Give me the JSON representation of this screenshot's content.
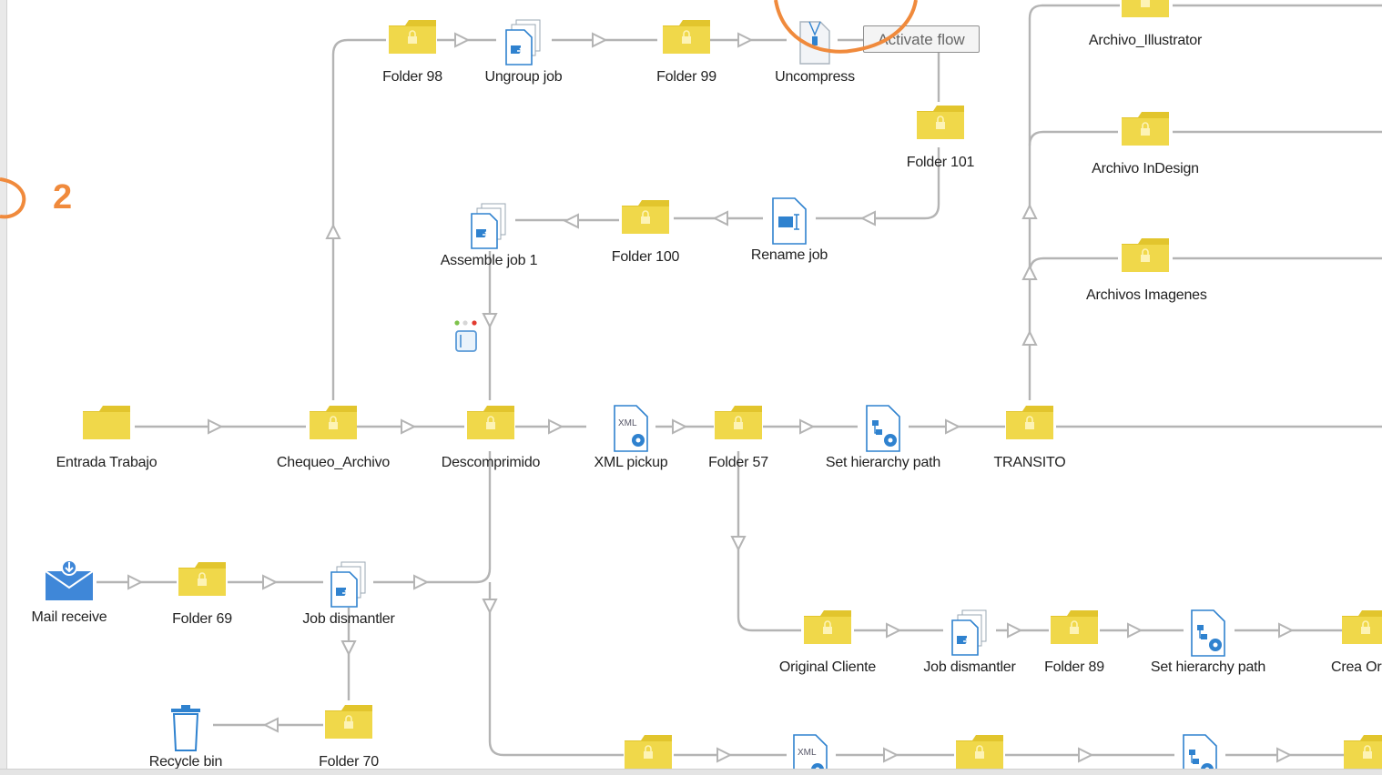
{
  "tooltip": {
    "text": "Activate flow"
  },
  "annotation": {
    "number": "2"
  },
  "colors": {
    "folder": "#f0d84a",
    "folder_dark": "#e2c52d",
    "document": "#3a8fd6",
    "line": "#b4b4b4",
    "annotation": "#f08a3c",
    "mail": "#3f87d8"
  },
  "nodes": [
    {
      "id": "folder-98",
      "label": "Folder 98",
      "icon": "folder-lock-icon"
    },
    {
      "id": "ungroup-job",
      "label": "Ungroup job",
      "icon": "stacked-docs-icon"
    },
    {
      "id": "folder-99",
      "label": "Folder 99",
      "icon": "folder-lock-icon"
    },
    {
      "id": "uncompress",
      "label": "Uncompress",
      "icon": "zip-doc-icon"
    },
    {
      "id": "folder-101",
      "label": "Folder 101",
      "icon": "folder-lock-icon"
    },
    {
      "id": "archivo-illustrator",
      "label": "Archivo_Illustrator",
      "icon": "folder-lock-icon"
    },
    {
      "id": "archivo-indesign",
      "label": "Archivo InDesign",
      "icon": "folder-lock-icon"
    },
    {
      "id": "archivos-imagenes",
      "label": "Archivos Imagenes",
      "icon": "folder-lock-icon"
    },
    {
      "id": "assemble-job-1",
      "label": "Assemble job 1",
      "icon": "stacked-docs-icon"
    },
    {
      "id": "folder-100",
      "label": "Folder 100",
      "icon": "folder-lock-icon"
    },
    {
      "id": "rename-job",
      "label": "Rename job",
      "icon": "rename-doc-icon"
    },
    {
      "id": "entrada-trabajo",
      "label": "Entrada Trabajo",
      "icon": "folder-icon"
    },
    {
      "id": "chequeo-archivo",
      "label": "Chequeo_Archivo",
      "icon": "folder-lock-icon"
    },
    {
      "id": "descomprimido",
      "label": "Descomprimido",
      "icon": "folder-lock-icon"
    },
    {
      "id": "xml-pickup",
      "label": "XML pickup",
      "icon": "xml-doc-icon"
    },
    {
      "id": "folder-57",
      "label": "Folder 57",
      "icon": "folder-lock-icon"
    },
    {
      "id": "set-hierarchy-path",
      "label": "Set hierarchy path",
      "icon": "hierarchy-doc-icon"
    },
    {
      "id": "transito",
      "label": "TRANSITO",
      "icon": "folder-lock-icon"
    },
    {
      "id": "mail-receive",
      "label": "Mail receive",
      "icon": "mail-icon"
    },
    {
      "id": "folder-69",
      "label": "Folder 69",
      "icon": "folder-lock-icon"
    },
    {
      "id": "job-dismantler",
      "label": "Job dismantler",
      "icon": "stacked-docs-icon"
    },
    {
      "id": "original-cliente",
      "label": "Original Cliente",
      "icon": "folder-lock-icon"
    },
    {
      "id": "job-dismantler-2",
      "label": "Job dismantler",
      "icon": "stacked-docs-icon"
    },
    {
      "id": "folder-89",
      "label": "Folder 89",
      "icon": "folder-lock-icon"
    },
    {
      "id": "set-hierarchy-path-2",
      "label": "Set hierarchy path",
      "icon": "hierarchy-doc-icon"
    },
    {
      "id": "crea-origin",
      "label": "Crea Origir",
      "icon": "folder-lock-icon"
    },
    {
      "id": "recycle-bin",
      "label": "Recycle bin",
      "icon": "trash-icon"
    },
    {
      "id": "folder-70",
      "label": "Folder 70",
      "icon": "folder-lock-icon"
    },
    {
      "id": "bottom-folder-1",
      "label": "",
      "icon": "folder-lock-icon"
    },
    {
      "id": "bottom-xml",
      "label": "",
      "icon": "xml-doc-icon"
    },
    {
      "id": "bottom-folder-2",
      "label": "",
      "icon": "folder-lock-icon"
    },
    {
      "id": "bottom-hierarchy",
      "label": "",
      "icon": "hierarchy-doc-icon"
    },
    {
      "id": "bottom-folder-3",
      "label": "",
      "icon": "folder-lock-icon"
    }
  ]
}
